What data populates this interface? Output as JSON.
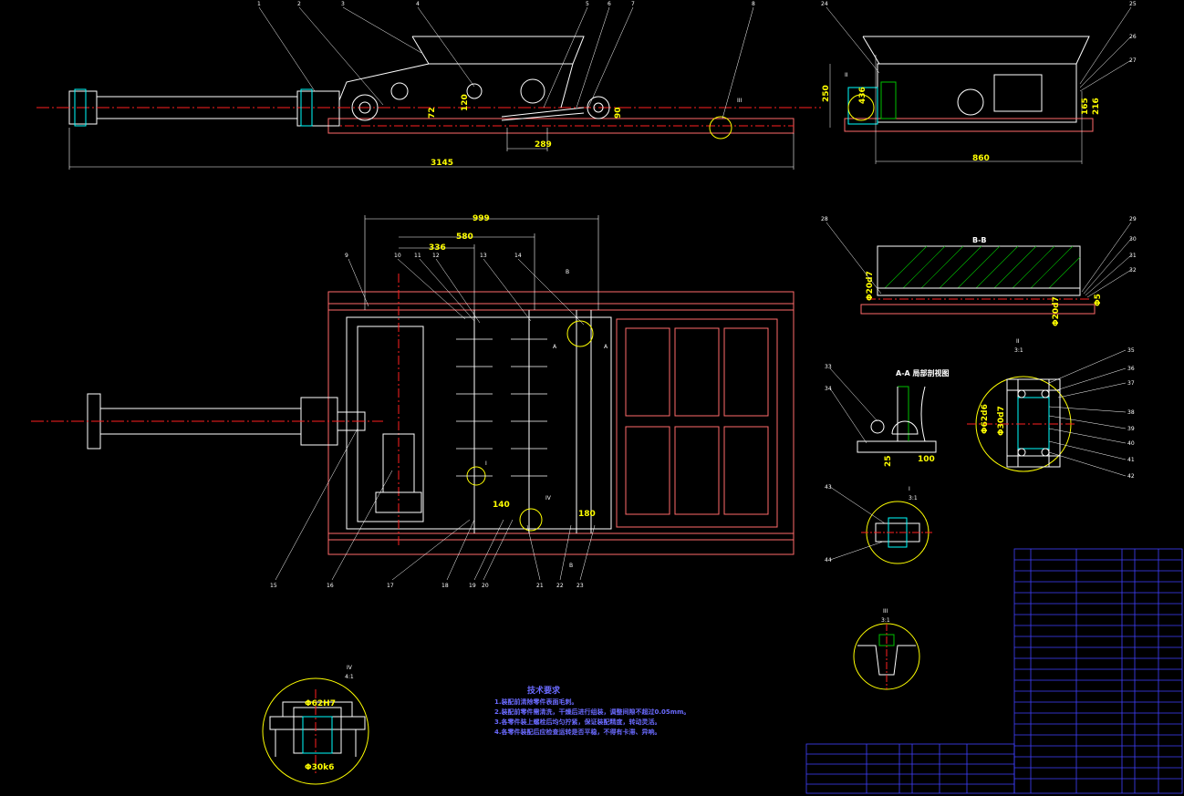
{
  "colors": {
    "background": "#000000",
    "outline": "#ffffff",
    "frame": "#ff6a6a",
    "centerline": "#ff2020",
    "dimension": "#ffff00",
    "hatch": "#00c000",
    "detail_circle": "#ffff00",
    "table": "#4040ff",
    "parts": "#d0d0d0"
  },
  "dimensions": {
    "overall_length": "3145",
    "front_width": "860",
    "front_height": "250",
    "front_height2": "436",
    "stroke": "289",
    "small_a": "72",
    "small_b": "120",
    "small_c": "90",
    "right_a": "165",
    "right_b": "216",
    "plan_width": "999",
    "plan_mid": "580",
    "plan_small": "336",
    "plan_d1": "140",
    "plan_d2": "180",
    "detail_iv_top": "Φ62H7",
    "detail_iv_bottom": "Φ30k6",
    "detail_ii_dia": "Φ62d6",
    "detail_ii_dia2": "Φ30d7",
    "aa_a": "25",
    "aa_b": "100",
    "bb_a": "Φ20d7",
    "bb_b": "Φ20d7",
    "bb_c": "Φ5"
  },
  "section_labels": {
    "bb_title": "B-B",
    "aa_title": "A-A 局部剖视图",
    "detail_i": "I",
    "detail_ii": "II",
    "detail_ii_scale": "3:1",
    "detail_iii": "III",
    "detail_iii_scale": "3:1",
    "detail_iv": "IV",
    "detail_iv_scale": "4:1",
    "detail_i_scale": "3:1",
    "cut_b_top": "B",
    "cut_b_bottom": "B",
    "cut_a_left": "A",
    "cut_a_right": "A",
    "mark_i": "I",
    "mark_ii": "II",
    "mark_iii": "III",
    "mark_iv": "IV"
  },
  "part_numbers": {
    "top": [
      "1",
      "2",
      "3",
      "4",
      "5",
      "6",
      "7",
      "8"
    ],
    "plan_top": [
      "9",
      "10",
      "11",
      "12",
      "13",
      "14"
    ],
    "plan_bottom": [
      "15",
      "16",
      "17",
      "18",
      "19",
      "20",
      "21",
      "22",
      "23"
    ],
    "right_top": [
      "24",
      "25",
      "26",
      "27"
    ],
    "right_bb": [
      "28",
      "29",
      "30",
      "31",
      "32"
    ],
    "right_aa": [
      "33",
      "34"
    ],
    "detail_ii": [
      "35",
      "36",
      "37",
      "38",
      "39",
      "40",
      "41",
      "42"
    ],
    "detail_i": [
      "43",
      "44"
    ]
  },
  "notes": {
    "heading": "技术要求",
    "lines": [
      "1.装配前清除零件表面毛刺。",
      "2.装配前零件需清洗，干燥后进行组装，调整间隙不超过0.05mm。",
      "3.各零件装上螺栓后均匀拧紧，保证装配精度，转动灵活。",
      "4.各零件装配后应检查运转是否平稳，不得有卡滞、异响。"
    ]
  }
}
